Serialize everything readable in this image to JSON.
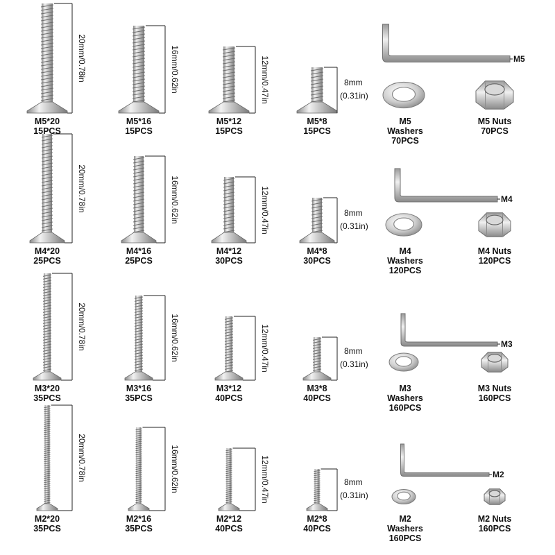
{
  "sizes": [
    {
      "size": "M5",
      "screws": [
        {
          "name": "M5*20",
          "qty": "15PCS",
          "dimension": "20mm/0.78in"
        },
        {
          "name": "M5*16",
          "qty": "15PCS",
          "dimension": "16mm/0.62in"
        },
        {
          "name": "M5*12",
          "qty": "15PCS",
          "dimension": "12mm/0.47in"
        },
        {
          "name": "M5*8",
          "qty": "15PCS",
          "dimension_line1": "8mm",
          "dimension_line2": "(0.31in)"
        }
      ],
      "washers": {
        "label": "M5",
        "line2": "Washers",
        "qty": "70PCS"
      },
      "nuts": {
        "label": "M5 Nuts",
        "qty": "70PCS"
      },
      "key_label": "M5"
    },
    {
      "size": "M4",
      "screws": [
        {
          "name": "M4*20",
          "qty": "25PCS",
          "dimension": "20mm/0.78in"
        },
        {
          "name": "M4*16",
          "qty": "25PCS",
          "dimension": "16mm/0.62in"
        },
        {
          "name": "M4*12",
          "qty": "30PCS",
          "dimension": "12mm/0.47in"
        },
        {
          "name": "M4*8",
          "qty": "30PCS",
          "dimension_line1": "8mm",
          "dimension_line2": "(0.31in)"
        }
      ],
      "washers": {
        "label": "M4",
        "line2": "Washers",
        "qty": "120PCS"
      },
      "nuts": {
        "label": "M4 Nuts",
        "qty": "120PCS"
      },
      "key_label": "M4"
    },
    {
      "size": "M3",
      "screws": [
        {
          "name": "M3*20",
          "qty": "35PCS",
          "dimension": "20mm/0.78in"
        },
        {
          "name": "M3*16",
          "qty": "35PCS",
          "dimension": "16mm/0.62in"
        },
        {
          "name": "M3*12",
          "qty": "40PCS",
          "dimension": "12mm/0.47in"
        },
        {
          "name": "M3*8",
          "qty": "40PCS",
          "dimension_line1": "8mm",
          "dimension_line2": "(0.31in)"
        }
      ],
      "washers": {
        "label": "M3",
        "line2": "Washers",
        "qty": "160PCS"
      },
      "nuts": {
        "label": "M3 Nuts",
        "qty": "160PCS"
      },
      "key_label": "M3"
    },
    {
      "size": "M2",
      "screws": [
        {
          "name": "M2*20",
          "qty": "35PCS",
          "dimension": "20mm/0.78in"
        },
        {
          "name": "M2*16",
          "qty": "35PCS",
          "dimension": "16mm/0.62in"
        },
        {
          "name": "M2*12",
          "qty": "40PCS",
          "dimension": "12mm/0.47in"
        },
        {
          "name": "M2*8",
          "qty": "40PCS",
          "dimension_line1": "8mm",
          "dimension_line2": "(0.31in)"
        }
      ],
      "washers": {
        "label": "M2",
        "line2": "Washers",
        "qty": "160PCS"
      },
      "nuts": {
        "label": "M2 Nuts",
        "qty": "160PCS"
      },
      "key_label": "M2"
    }
  ],
  "colors": {
    "metal_light": "#e8e8e8",
    "metal_mid": "#b9b9b9",
    "metal_dark": "#777777",
    "text": "#111111"
  }
}
